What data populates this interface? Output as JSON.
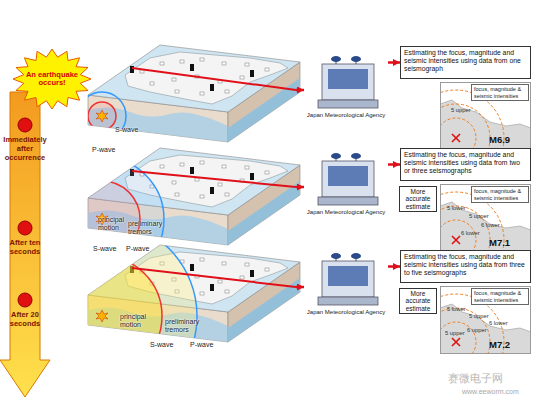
{
  "diagram": {
    "nodes": [
      {
        "text": [
          "An earthquake occurs!"
        ]
      },
      {
        "text": [
          "S-wave",
          "P-wave"
        ]
      },
      {
        "text": [
          "Japan Meteorological Agency"
        ]
      },
      {
        "text": [
          "Estimating the focus, magnitude and seismic intensities using data from one seismograph"
        ]
      },
      {
        "text": [
          "5 upper",
          "M6.9"
        ]
      },
      {
        "text": [
          "focus, magnitude & seismic intensities"
        ],
        "in": 4
      },
      {
        "text": [
          "principal motion",
          "preliminary tremors",
          "S-wave",
          "P-wave"
        ]
      },
      {
        "text": [
          "Japan Meteorological Agency"
        ]
      },
      {
        "text": [
          "Estimating the focus, magnitude and seismic intensities using data from two or three seismographs"
        ]
      },
      {
        "text": [
          "More accurate estimate"
        ]
      },
      {
        "text": [
          "5 lower",
          "5 upper",
          "6 lower",
          "6 lower",
          "M7.1"
        ]
      },
      {
        "text": [
          "focus, magnitude & seismic intensities"
        ],
        "in": 10
      },
      {
        "text": [
          "principal motion",
          "preliminary tremors",
          "S-wave",
          "P-wave"
        ]
      },
      {
        "text": [
          "Japan Meteorological Agency"
        ]
      },
      {
        "text": [
          "Estimating the focus, magnitude and seismic intensities using data from three to five seismographs"
        ]
      },
      {
        "text": [
          "More accurate estimate"
        ]
      },
      {
        "text": [
          "5 lower",
          "5 upper",
          "6 lower",
          "6 upper",
          "5 upper",
          "M7.2"
        ]
      },
      {
        "text": [
          "focus, magnitude & seismic intensities"
        ],
        "in": 16
      }
    ],
    "edges": [
      {
        "from": 1,
        "to": 2,
        "arrow": "to"
      },
      {
        "from": 2,
        "to": 3,
        "arrow": "to"
      },
      {
        "from": 6,
        "to": 7,
        "arrow": "to"
      },
      {
        "from": 7,
        "to": 8,
        "arrow": "to"
      },
      {
        "from": 12,
        "to": 13,
        "arrow": "to"
      },
      {
        "from": 13,
        "to": 14,
        "arrow": "to"
      }
    ],
    "labels": [
      "Immediately after occurrence",
      "After ten seconds",
      "After 20 seconds",
      "赛微电子网",
      "www.eeworm.com"
    ]
  }
}
